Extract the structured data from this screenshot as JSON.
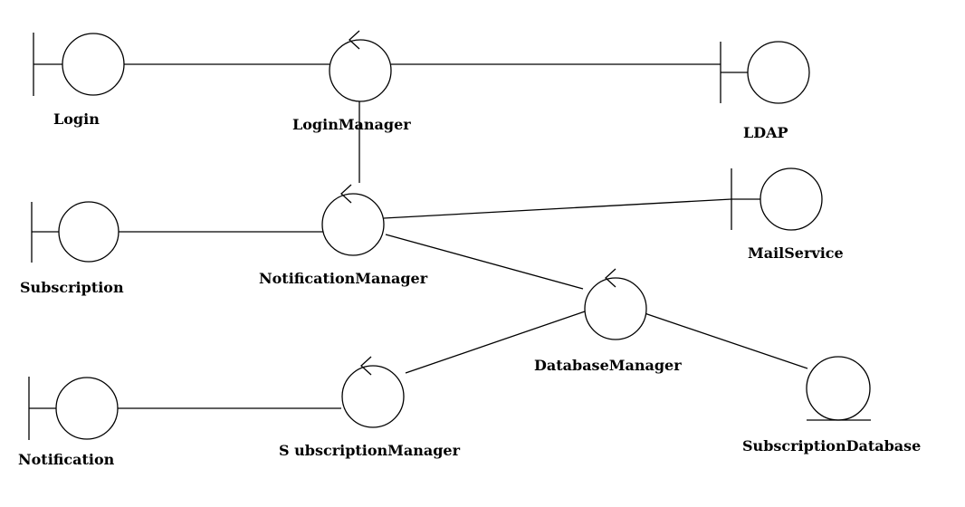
{
  "diagram": {
    "type": "uml-robustness-diagram",
    "nodes": {
      "login": {
        "label": "Login",
        "kind": "boundary"
      },
      "login_manager": {
        "label": "LoginManager",
        "kind": "control"
      },
      "ldap": {
        "label": "LDAP",
        "kind": "boundary"
      },
      "subscription": {
        "label": "Subscription",
        "kind": "boundary"
      },
      "notification_manager": {
        "label": "NotificationManager",
        "kind": "control"
      },
      "mail_service": {
        "label": "MailService",
        "kind": "boundary"
      },
      "database_manager": {
        "label": "DatabaseManager",
        "kind": "control"
      },
      "notification": {
        "label": "Notification",
        "kind": "boundary"
      },
      "subscription_manager": {
        "label": "S ubscriptionManager",
        "kind": "control"
      },
      "subscription_database": {
        "label": "SubscriptionDatabase",
        "kind": "entity"
      }
    },
    "links": [
      [
        "login",
        "login_manager"
      ],
      [
        "login_manager",
        "ldap"
      ],
      [
        "login_manager",
        "notification_manager"
      ],
      [
        "subscription",
        "notification_manager"
      ],
      [
        "notification_manager",
        "mail_service"
      ],
      [
        "notification_manager",
        "database_manager"
      ],
      [
        "database_manager",
        "subscription_manager"
      ],
      [
        "database_manager",
        "subscription_database"
      ],
      [
        "notification",
        "subscription_manager"
      ]
    ],
    "colors": {
      "stroke": "#000000",
      "background": "#ffffff"
    }
  }
}
